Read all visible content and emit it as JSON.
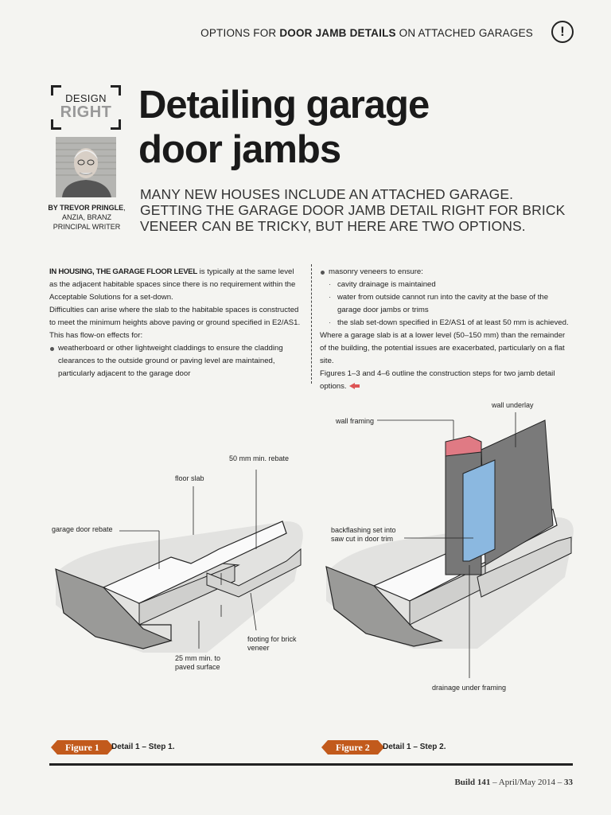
{
  "header": {
    "section_prefix": "OPTIONS FOR ",
    "section_bold": "DOOR JAMB DETAILS",
    "section_suffix": " ON ATTACHED GARAGES",
    "alert_glyph": "!"
  },
  "badge": {
    "line1": "DESIGN",
    "line2": "RIGHT"
  },
  "author": {
    "byline": "BY TREVOR PRINGLE",
    "sep": ",",
    "role": "ANZIA, BRANZ PRINCIPAL WRITER"
  },
  "article": {
    "title_line1": "Detailing garage",
    "title_line2": "door jambs",
    "deck": "MANY NEW HOUSES INCLUDE AN ATTACHED GARAGE. GETTING THE GARAGE DOOR JAMB DETAIL RIGHT FOR BRICK VENEER CAN BE TRICKY, BUT HERE ARE TWO OPTIONS.",
    "p1_lead": "IN HOUSING, THE GARAGE FLOOR LEVEL",
    "p1_rest": " is typically at the same level as the adjacent habitable spaces since there is no requirement within the Acceptable Solutions for a set-down.",
    "p2": "Difficulties can arise where the slab to the habitable spaces is constructed to meet the minimum heights above paving or ground specified in E2/AS1. This has flow-on effects for:",
    "bullet1": "weatherboard or other lightweight claddings to ensure the cladding clearances to the outside ground or paving level are maintained, particularly adjacent to the garage door",
    "bullet2": "masonry veneers to ensure:",
    "sub1": "cavity drainage is maintained",
    "sub2": "water from outside cannot run into the cavity at the base of the garage door jambs or trims",
    "sub3": "the slab set-down specified in E2/AS1 of at least 50 mm is achieved.",
    "p3": "Where a garage slab is at a lower level (50–150 mm) than the remainder of the building, the potential issues are exacerbated, particularly on a flat site.",
    "p4": "Figures 1–3 and 4–6 outline the construction steps for two jamb detail options."
  },
  "figure1": {
    "labels": {
      "rebate_50": "50 mm min. rebate",
      "floor_slab": "floor slab",
      "garage_rebate": "garage door rebate",
      "footing_1": "footing for brick",
      "footing_2": "veneer",
      "paved_1": "25 mm min. to",
      "paved_2": "paved surface"
    },
    "tag": "Figure 1",
    "caption": "Detail 1 – Step 1."
  },
  "figure2": {
    "labels": {
      "wall_underlay": "wall underlay",
      "wall_framing": "wall framing",
      "backflash_1": "backflashing set into",
      "backflash_2": "saw cut in door trim",
      "drainage": "drainage under framing"
    },
    "tag": "Figure 2",
    "caption": "Detail 1 – Step 2."
  },
  "footer": {
    "mag": "Build 141",
    "issue": " – April/May 2014 – ",
    "page": "33"
  },
  "colors": {
    "accent": "#c25a1c",
    "flashing": "#8bb8e0",
    "framing": "#e07a84",
    "wall": "#7a7a7a"
  }
}
